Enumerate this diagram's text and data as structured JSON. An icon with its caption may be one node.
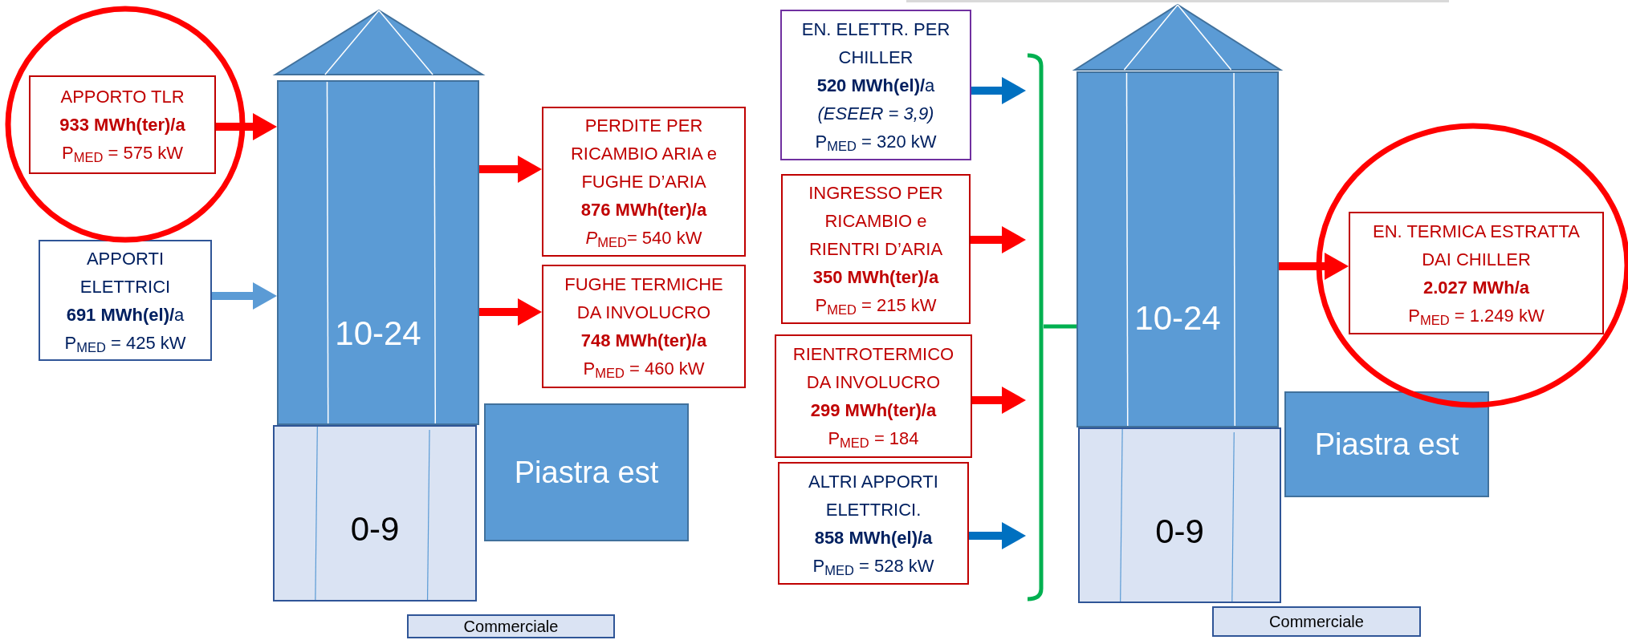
{
  "diagram": {
    "nodes": [
      {
        "text": [
          "APPORTO TLR",
          "933 MWh(ter)/a",
          "P$_{MED}$ = 575 kW"
        ]
      },
      {
        "text": [
          "APPORTI ELETTRICI",
          "**691 MWh(el)/**a",
          "P$_{MED}$ = 425 kW"
        ]
      },
      {
        "text": [
          "10-24"
        ]
      },
      {
        "text": [
          "0-9"
        ]
      },
      {
        "text": [
          "Piastra est"
        ]
      },
      {
        "text": [
          "Commerciale"
        ]
      },
      {
        "text": [
          "PERDITE PER RICAMBIO ARIA e FUGHE D’ARIA",
          "876 MWh(ter)/a",
          "*P*$_{MED}$= 540 kW"
        ]
      },
      {
        "text": [
          "FUGHE TERMICHE DA INVOLUCRO",
          "748 MWh(ter)/a",
          "P$_{MED}$ = 460 kW"
        ]
      },
      {
        "text": [
          "EN. ELETTR. PER CHILLER",
          "**520 MWh(el)/**a",
          "(ESEER = 3,9)",
          "P$_{MED}$ = 320 kW"
        ]
      },
      {
        "text": [
          "INGRESSO PER RICAMBIO e RIENTRI D’ARIA",
          "350 MWh(ter)/a",
          "P$_{MED}$ = 215 kW"
        ]
      },
      {
        "text": [
          "RIENTROTERMICO DA INVOLUCRO",
          "299 MWh(ter)/a",
          "P$_{MED}$ = 184"
        ]
      },
      {
        "text": [
          "ALTRI APPORTI ELETTRICI.",
          "858 MWh(el)/a",
          "P$_{MED}$ = 528 kW"
        ]
      },
      {
        "text": [],
        "shape": "bracket"
      },
      {
        "text": [
          "10-24"
        ]
      },
      {
        "text": [
          "0-9"
        ]
      },
      {
        "text": [
          "Piastra est"
        ]
      },
      {
        "text": [
          "Commerciale"
        ]
      },
      {
        "text": [
          "EN. TERMICA ESTRATTA DAI CHILLER",
          "2.027 MWh/a",
          "P$_{MED}$ = 1.249 kW"
        ]
      }
    ],
    "edges": [
      {
        "from": 0,
        "to": 2,
        "arrow": "to"
      },
      {
        "from": 1,
        "to": 2,
        "arrow": "to",
        "color": "#5b9bd5"
      },
      {
        "from": 2,
        "to": 6,
        "arrow": "to"
      },
      {
        "from": 2,
        "to": 7,
        "arrow": "to"
      },
      {
        "from": 8,
        "to": 12,
        "arrow": "to",
        "color": "#0070c0"
      },
      {
        "from": 9,
        "to": 12,
        "arrow": "to"
      },
      {
        "from": 10,
        "to": 12,
        "arrow": "to"
      },
      {
        "from": 11,
        "to": 12,
        "arrow": "to",
        "color": "#0070c0"
      },
      {
        "from": 12,
        "to": 13,
        "arrow": "none",
        "color": "#00b050"
      },
      {
        "from": 13,
        "to": 17,
        "arrow": "to"
      }
    ]
  }
}
